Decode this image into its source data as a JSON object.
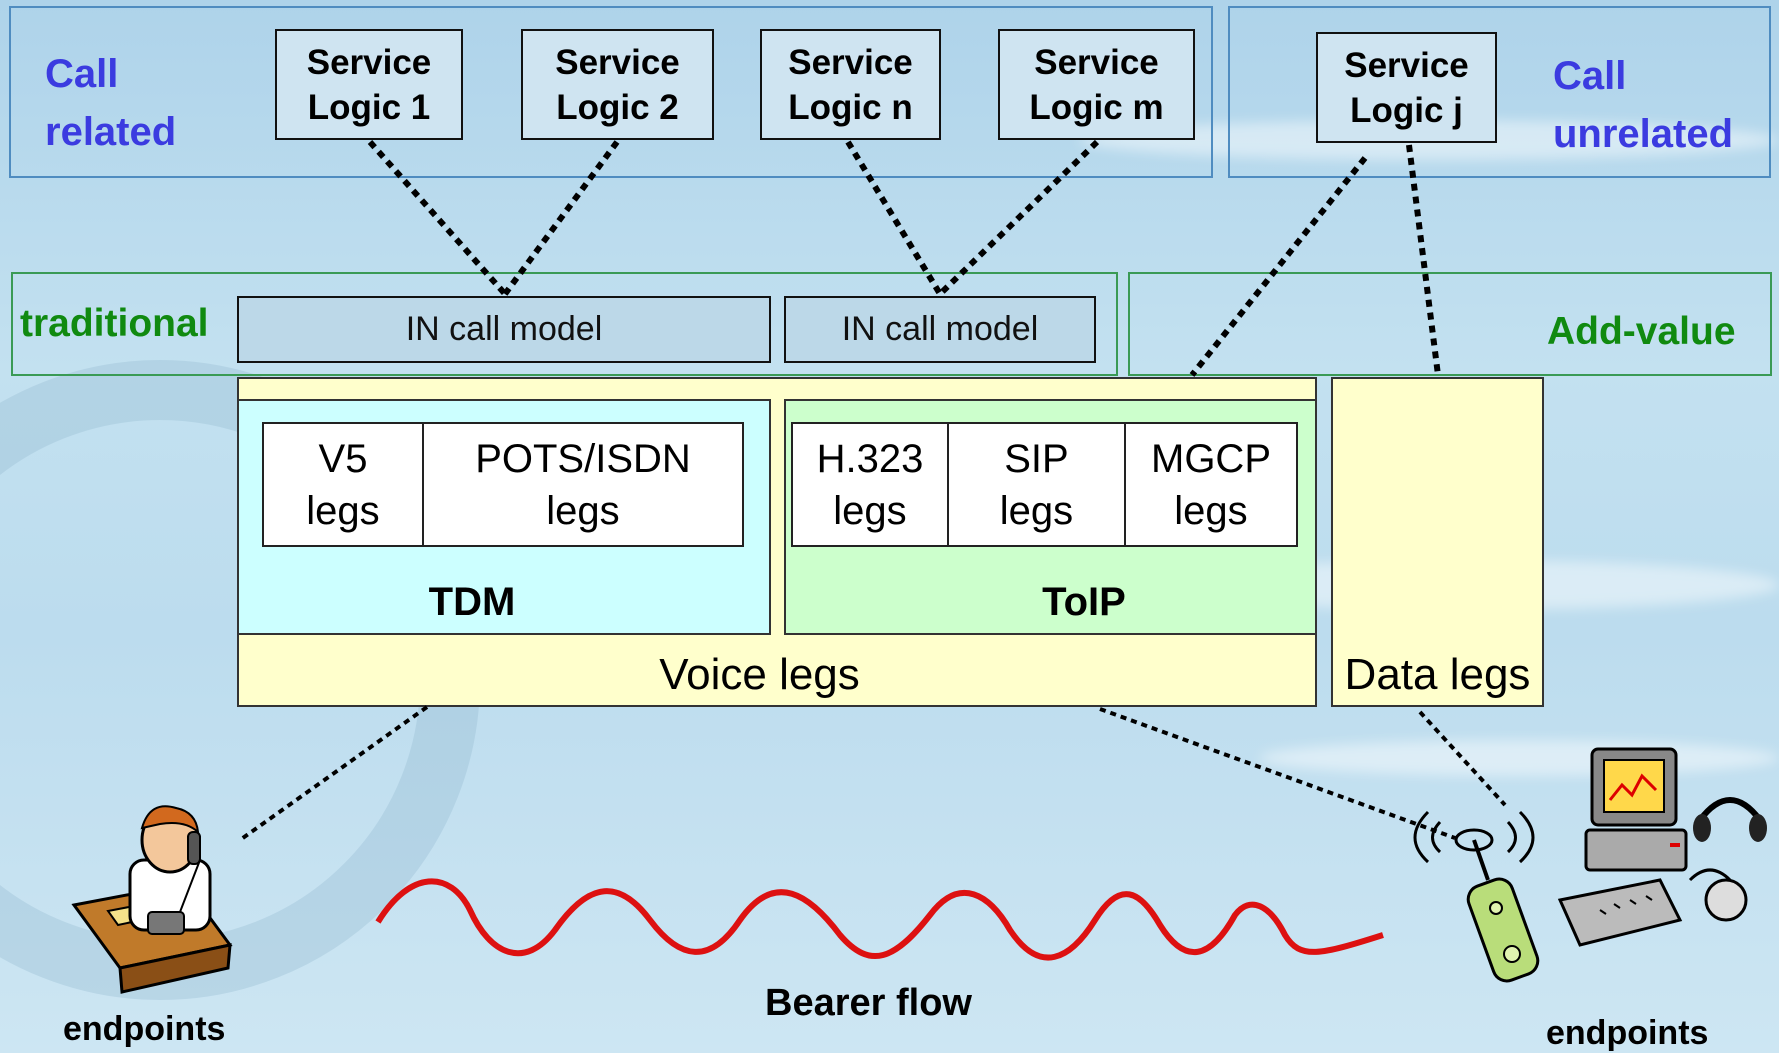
{
  "regions": {
    "call_related": "Call\nrelated",
    "call_unrelated": "Call\nunrelated",
    "traditional": "traditional",
    "add_value": "Add-value"
  },
  "service_logic": [
    "Service\nLogic 1",
    "Service\nLogic 2",
    "Service\nLogic n",
    "Service\nLogic m",
    "Service\nLogic j"
  ],
  "call_models": [
    "IN call model",
    "IN call model"
  ],
  "legs": {
    "v5": "V5\nlegs",
    "pots_isdn": "POTS/ISDN\nlegs",
    "h323": "H.323\nlegs",
    "sip": "SIP\nlegs",
    "mgcp": "MGCP\nlegs"
  },
  "groups": {
    "tdm": "TDM",
    "toip": "ToIP",
    "voice_legs": "Voice legs",
    "data_legs": "Data legs"
  },
  "bearer_flow": "Bearer flow",
  "endpoints_left": "endpoints",
  "endpoints_right": "endpoints",
  "colors": {
    "region_outline_blue": "#4f8cc0",
    "region_outline_green": "#3a9a55",
    "label_blue": "#3b3be0",
    "label_green": "#108a10",
    "voice_legs_fill": "#ffffcc",
    "tdm_fill": "#ccffff",
    "toip_fill": "#ccffcc",
    "bearer_wave": "#dd1111"
  }
}
